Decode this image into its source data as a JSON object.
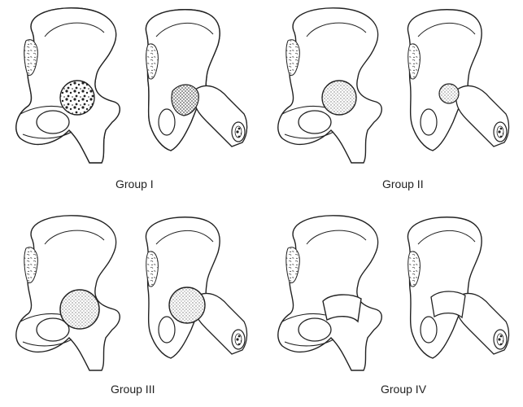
{
  "captions": {
    "group1": "Group I",
    "group2": "Group II",
    "group3": "Group III",
    "group4": "Group IV"
  },
  "colors": {
    "line": "#222222",
    "background": "#ffffff",
    "stipple": "#999999"
  },
  "panels": [
    {
      "group": "group1",
      "graft": "cancellous-bone-filled defect"
    },
    {
      "group": "group2",
      "graft": "stippled hemispherical graft"
    },
    {
      "group": "group3",
      "graft": "stippled graft in acetabulum"
    },
    {
      "group": "group4",
      "graft": "acetabular shelf graft"
    }
  ]
}
